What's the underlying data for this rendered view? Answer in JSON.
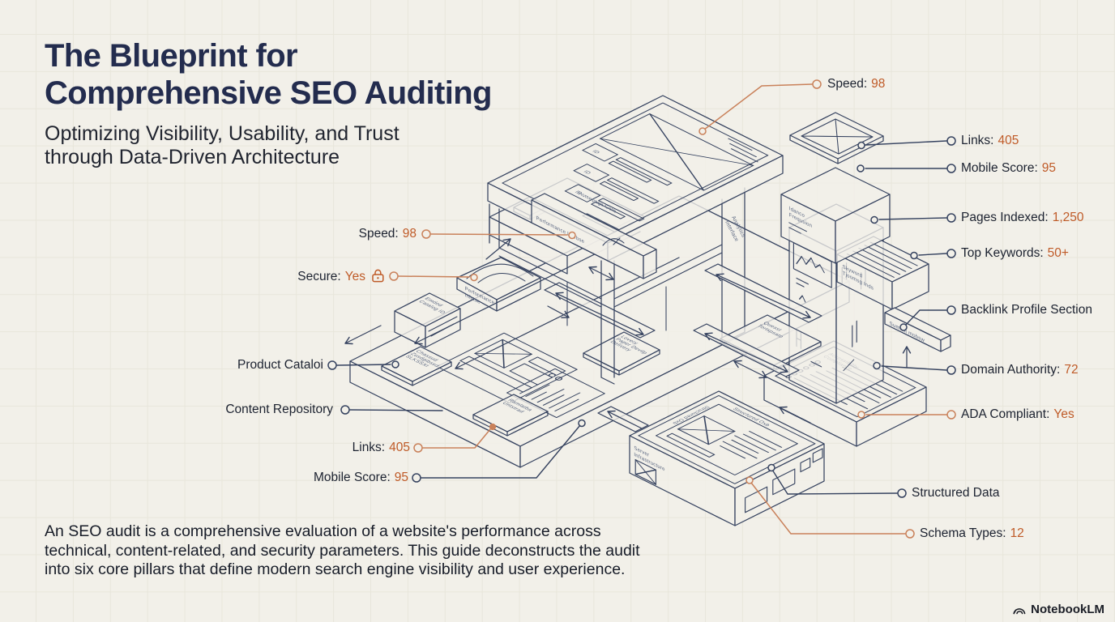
{
  "header": {
    "title_line1": "The Blueprint for",
    "title_line2": "Comprehensive SEO Auditing",
    "subtitle_line1": "Optimizing Visibility, Usability, and Trust",
    "subtitle_line2": "through Data-Driven Architecture"
  },
  "description": {
    "lines": [
      "An SEO audit is a comprehensive evaluation of a website's performance across",
      "technical, content-related, and security parameters. This guide deconstructs the audit",
      "into six core pillars that define modern search engine visibility and user experience."
    ]
  },
  "branding": {
    "logo_text": "NotebookLM"
  },
  "colors": {
    "background": "#f2f0e9",
    "ink": "#35425f",
    "title": "#232c4e",
    "label_text": "#1c2230",
    "accent": "#bf5a27",
    "accent_line": "#c9815a"
  },
  "callouts": {
    "speed_right": {
      "label": "Speed:",
      "value": "98"
    },
    "links_right": {
      "label": "Links:",
      "value": "405"
    },
    "mobile_right": {
      "label": "Mobile Score:",
      "value": "95"
    },
    "pages_indexed": {
      "label": "Pages Indexed:",
      "value": "1,250"
    },
    "top_keywords": {
      "label": "Top Keywords:",
      "value": "50+"
    },
    "backlink_profile": {
      "label": "Backlink Profile Section",
      "value": ""
    },
    "domain_authority": {
      "label": "Domain Authority:",
      "value": "72"
    },
    "ada_compliant": {
      "label": "ADA Compliant:",
      "value": "Yes"
    },
    "structured_data": {
      "label": "Structured Data",
      "value": ""
    },
    "schema_types": {
      "label": "Schema Types:",
      "value": "12"
    },
    "speed_left": {
      "label": "Speed:",
      "value": "98"
    },
    "secure": {
      "label": "Secure:",
      "value": "Yes"
    },
    "product_catalog": {
      "label": "Product Cataloi",
      "value": ""
    },
    "content_repository": {
      "label": "Content Repository",
      "value": ""
    },
    "links_left": {
      "label": "Links:",
      "value": "405"
    },
    "mobile_left": {
      "label": "Mobile Score:",
      "value": "95"
    }
  },
  "diagram_labels": {
    "homepage_core": "Homepage Core",
    "performance_beam": "Performance Librbse",
    "analytics_interface_1": "Analytics",
    "analytics_interface_2": "Interface",
    "chip": "ID",
    "disc_1": "Performance",
    "disc_2": "Inlstse",
    "product_box_1": "Emdod",
    "product_box_2": "Catalog ID",
    "plate_channel_1": "Chassud",
    "plate_channel_2": "Zusdgibssd",
    "plate_channel_3": "SLKSSXI",
    "plate_database_1": "Ramlatba",
    "plate_database_2": "Untstrad",
    "plate_paper_1": "Lovery",
    "plate_paper_2": "Paper Devilp",
    "plate_paper_3": "Delivery",
    "mobile_box_1": "Idanco",
    "mobile_box_2": "Frequsion",
    "keyword_box_1": "Skyword",
    "keyword_box_2": "Tjoomsg Inds",
    "backlink_bar": "Summit mobsw",
    "accessibility_1": "Accessibility",
    "accessibility_2": "Compliance",
    "search_plate_1": "Quesst",
    "search_plate_2": "Tortspsato",
    "module_rim_left": "Structured Oxb",
    "module_rim_right": "Structured Oxb",
    "server_1": "Server",
    "server_2": "Infrastructure"
  }
}
